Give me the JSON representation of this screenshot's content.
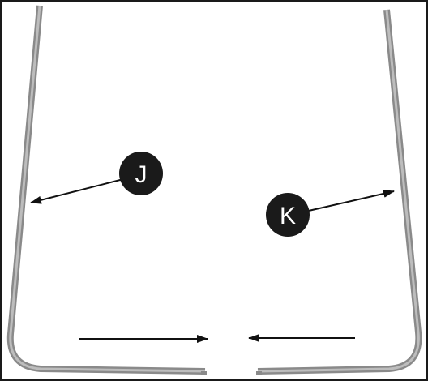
{
  "callouts": [
    {
      "id": "J",
      "label": "J"
    },
    {
      "id": "K",
      "label": "K"
    }
  ],
  "colors": {
    "frame": "#1a1a1a",
    "part_outline": "#808080",
    "part_inner": "#b3b3b3",
    "badge": "#1a1a1a",
    "badge_text": "#ffffff",
    "arrow": "#111111"
  }
}
